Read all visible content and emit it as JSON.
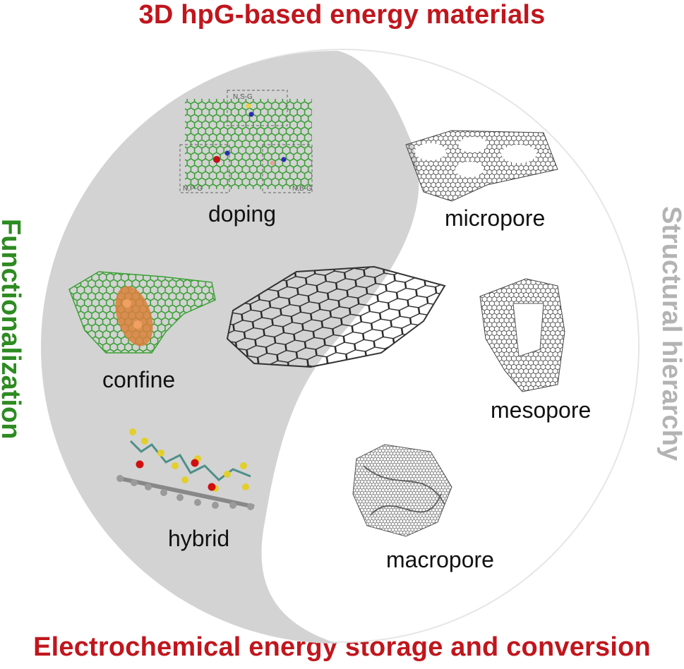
{
  "titles": {
    "top": "3D hpG-based energy materials",
    "bottom": "Electrochemical energy storage and conversion",
    "left": "Functionalization",
    "right": "Structural hierarchy"
  },
  "labels": {
    "doping": "doping",
    "micropore": "micropore",
    "confine": "confine",
    "mesopore": "mesopore",
    "hybrid": "hybrid",
    "macropore": "macropore"
  },
  "doping_inset": {
    "ns": "N,S-G",
    "np": "N,P-G",
    "nb": "N,B-G"
  },
  "colors": {
    "title_red": "#c0161d",
    "functionalization_green": "#2e8b22",
    "structural_gray": "#b3b3b3",
    "yin_gray": "#d3d3d3",
    "graphene_green": "#2f9a2a",
    "hybrid_yellow": "#e3cf2a",
    "hybrid_red": "#d01010",
    "hybrid_teal": "#4f8f8a",
    "confine_orange": "#d9803a"
  },
  "icons": [
    "graphene-sheet-icon",
    "doped-graphene-icon",
    "micropore-graphene-icon",
    "confine-graphene-icon",
    "mesopore-graphene-icon",
    "hybrid-molecule-icon",
    "macropore-graphene-icon"
  ]
}
